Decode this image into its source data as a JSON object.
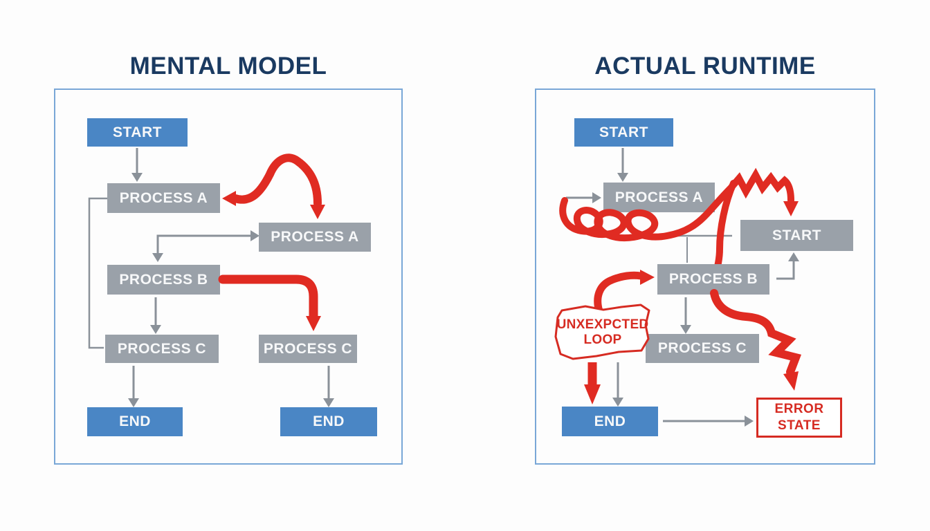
{
  "left_panel": {
    "title": "MENTAL MODEL",
    "nodes": {
      "start": "START",
      "process_a1": "PROCESS A",
      "process_a2": "PROCESS A",
      "process_b": "PROCESS B",
      "process_c1": "PROCESS C",
      "process_c2": "PROCESS C",
      "end1": "END",
      "end2": "END"
    }
  },
  "right_panel": {
    "title": "ACTUAL RUNTIME",
    "nodes": {
      "start": "START",
      "process_a": "PROCESS A",
      "start_gray": "START",
      "process_b": "PROCESS B",
      "process_c": "PROCESS C",
      "end": "END"
    },
    "unexpected_loop": {
      "line1": "UNXEXPCTED",
      "line2": "LOOP"
    },
    "error_state": {
      "line1": "ERROR",
      "line2": "STATE"
    }
  },
  "colors": {
    "blue_node": "#4a86c5",
    "gray_node": "#9aa1a9",
    "red_accent": "#e02b22",
    "error_red": "#d62b22",
    "title_navy": "#1a3a61",
    "panel_border": "#79a7d7",
    "gray_arrow": "#8a9199",
    "background": "#fdfdfd"
  }
}
